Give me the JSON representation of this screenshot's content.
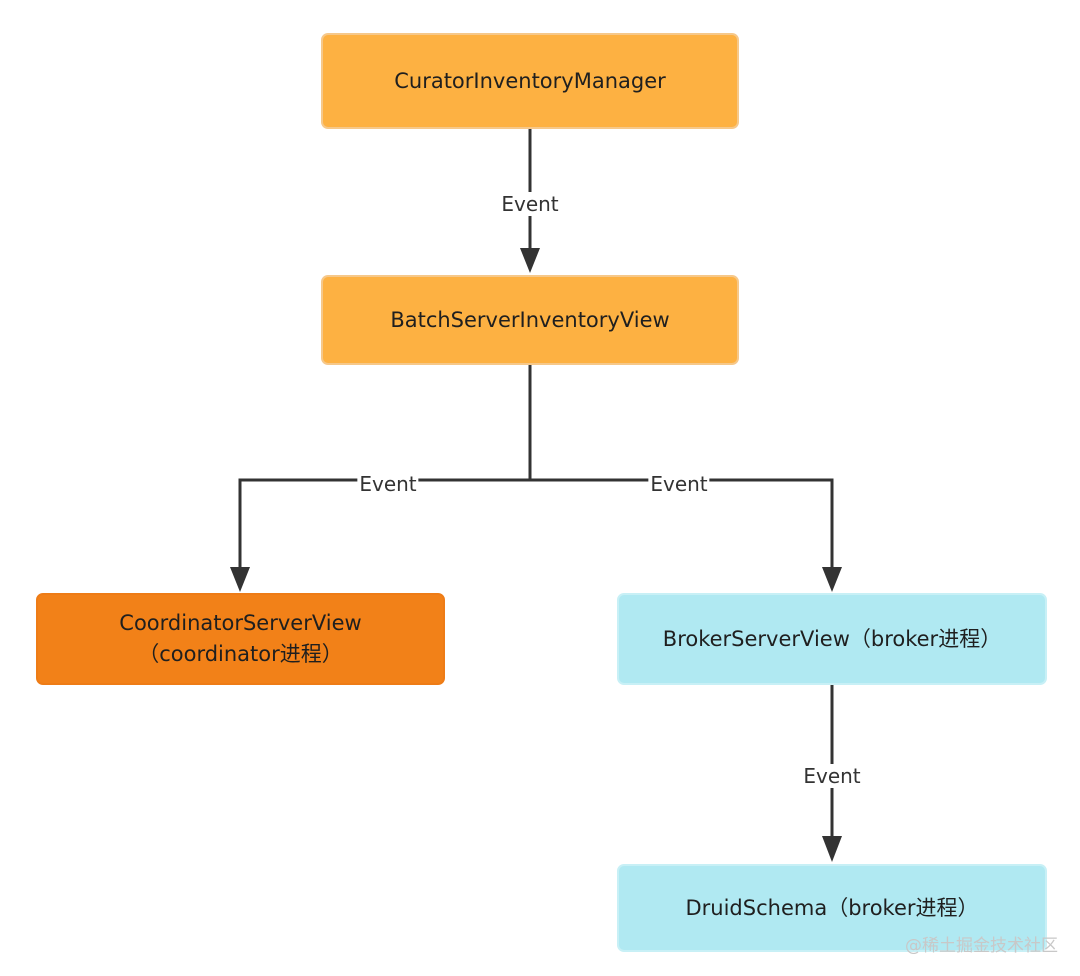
{
  "nodes": {
    "curator": {
      "label": "CuratorInventoryManager",
      "color": "#fdb142"
    },
    "batch": {
      "label": "BatchServerInventoryView",
      "color": "#fdb142"
    },
    "coordinator": {
      "label": "CoordinatorServerView\n（coordinator进程）",
      "color": "#f28118"
    },
    "broker": {
      "label": "BrokerServerView（broker进程）",
      "color": "#b0e9f2"
    },
    "druid": {
      "label": "DruidSchema（broker进程）",
      "color": "#b0e9f2"
    }
  },
  "edges": [
    {
      "from": "curator",
      "to": "batch",
      "label": "Event"
    },
    {
      "from": "batch",
      "to": "coordinator",
      "label": "Event"
    },
    {
      "from": "batch",
      "to": "broker",
      "label": "Event"
    },
    {
      "from": "broker",
      "to": "druid",
      "label": "Event"
    }
  ],
  "watermark": "@稀土掘金技术社区",
  "colors": {
    "arrow": "#333333"
  }
}
